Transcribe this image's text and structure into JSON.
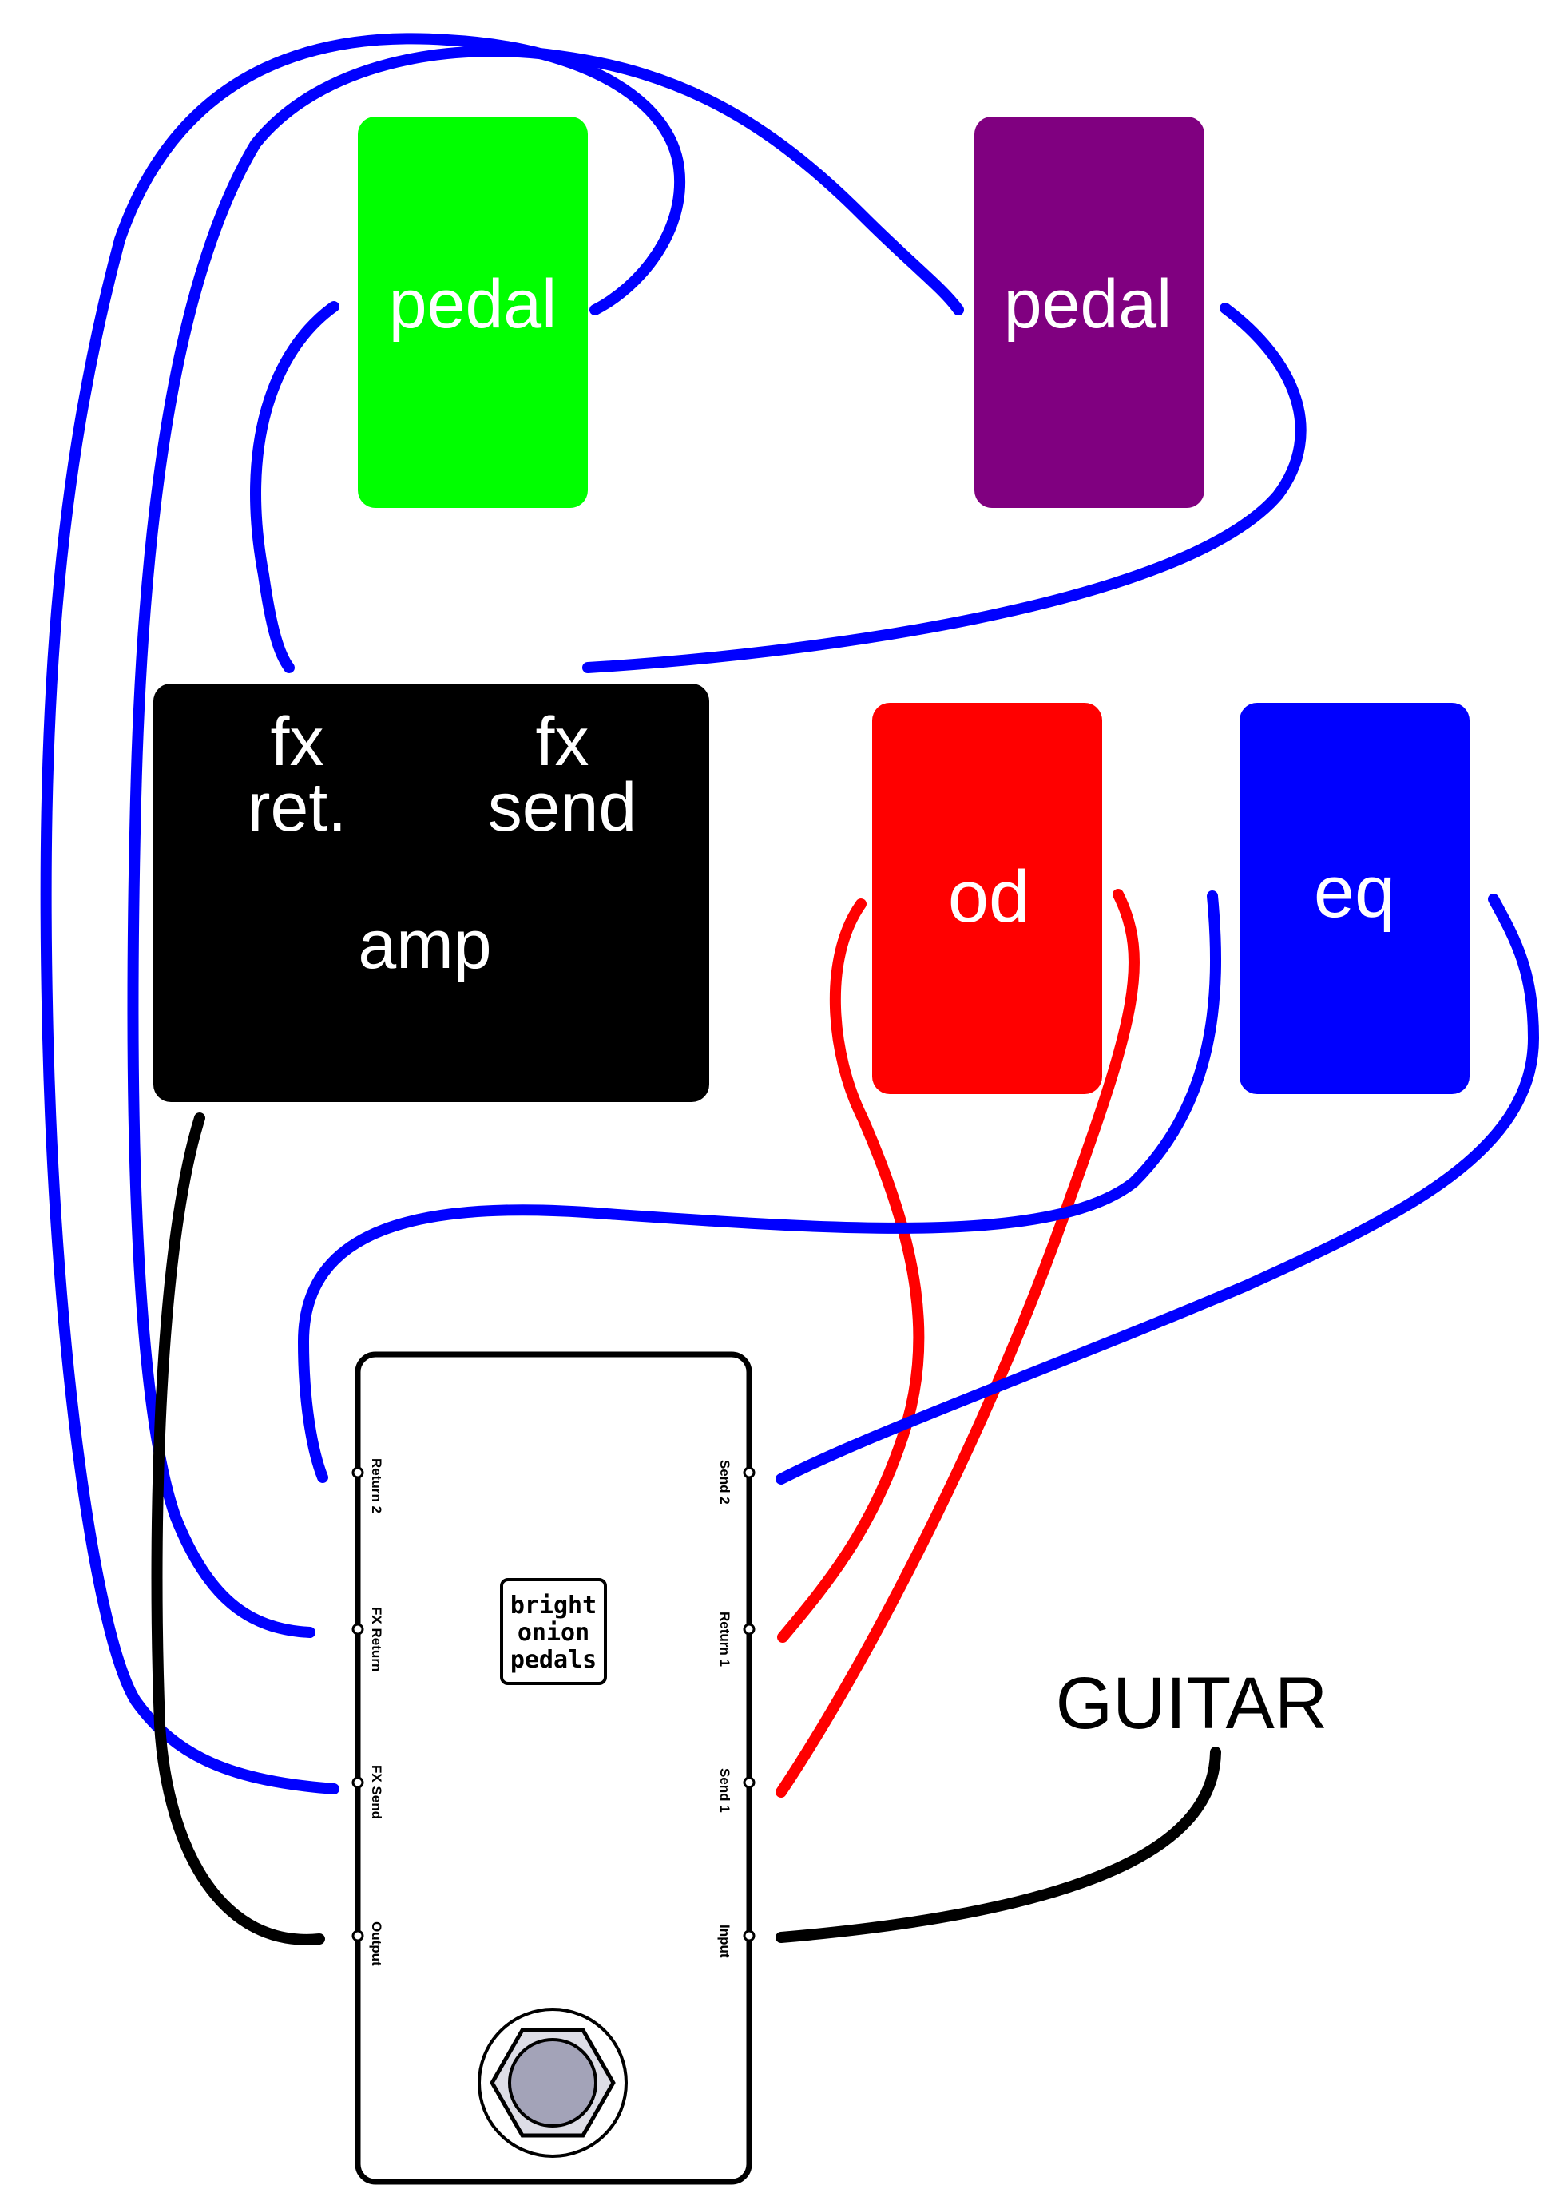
{
  "pedal_left": {
    "label": "pedal",
    "color": "#00ff00"
  },
  "pedal_right": {
    "label": "pedal",
    "color": "#800080"
  },
  "amp": {
    "fx_return_line1": "fx",
    "fx_return_line2": "ret.",
    "fx_send_line1": "fx",
    "fx_send_line2": "send",
    "label": "amp",
    "color": "#000000"
  },
  "od": {
    "label": "od",
    "color": "#ff0000"
  },
  "eq": {
    "label": "eq",
    "color": "#0000ff"
  },
  "guitar": {
    "label": "GUITAR"
  },
  "switcher": {
    "left_jacks": [
      "Return 2",
      "FX Return",
      "FX Send",
      "Output"
    ],
    "right_jacks": [
      "Send 2",
      "Return 1",
      "Send 1",
      "Input"
    ],
    "logo_lines": [
      "bright",
      "onion",
      "pedals"
    ],
    "footswitch_icon": "footswitch-icon"
  },
  "cable_colors": {
    "blue": "#0000ff",
    "red": "#ff0000",
    "black": "#000000"
  }
}
